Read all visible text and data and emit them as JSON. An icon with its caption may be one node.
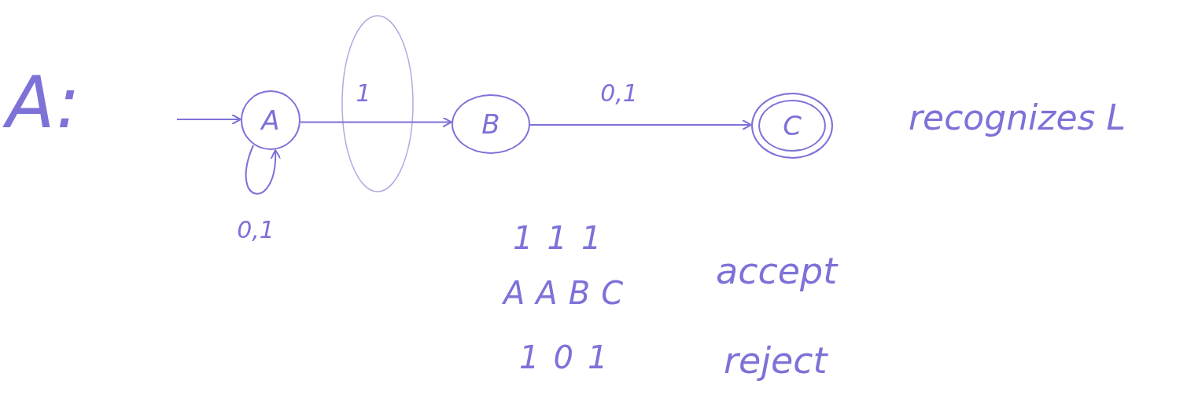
{
  "diagram": {
    "nodes": [
      {
        "text": [
          "A"
        ]
      },
      {
        "text": [
          "B"
        ]
      },
      {
        "text": [
          "C"
        ]
      }
    ],
    "edges": [
      {
        "from": null,
        "to": 0,
        "arrow": "to"
      },
      {
        "from": 0,
        "to": 0,
        "arrow": "to",
        "label": "0,1"
      },
      {
        "from": 0,
        "to": 1,
        "arrow": "to",
        "label": "1"
      },
      {
        "from": 1,
        "to": 2,
        "arrow": "to",
        "label": "0,1"
      }
    ],
    "labels": [
      "A:",
      "recognizes L",
      "111",
      "AABC",
      "accept",
      "101",
      "reject"
    ]
  }
}
